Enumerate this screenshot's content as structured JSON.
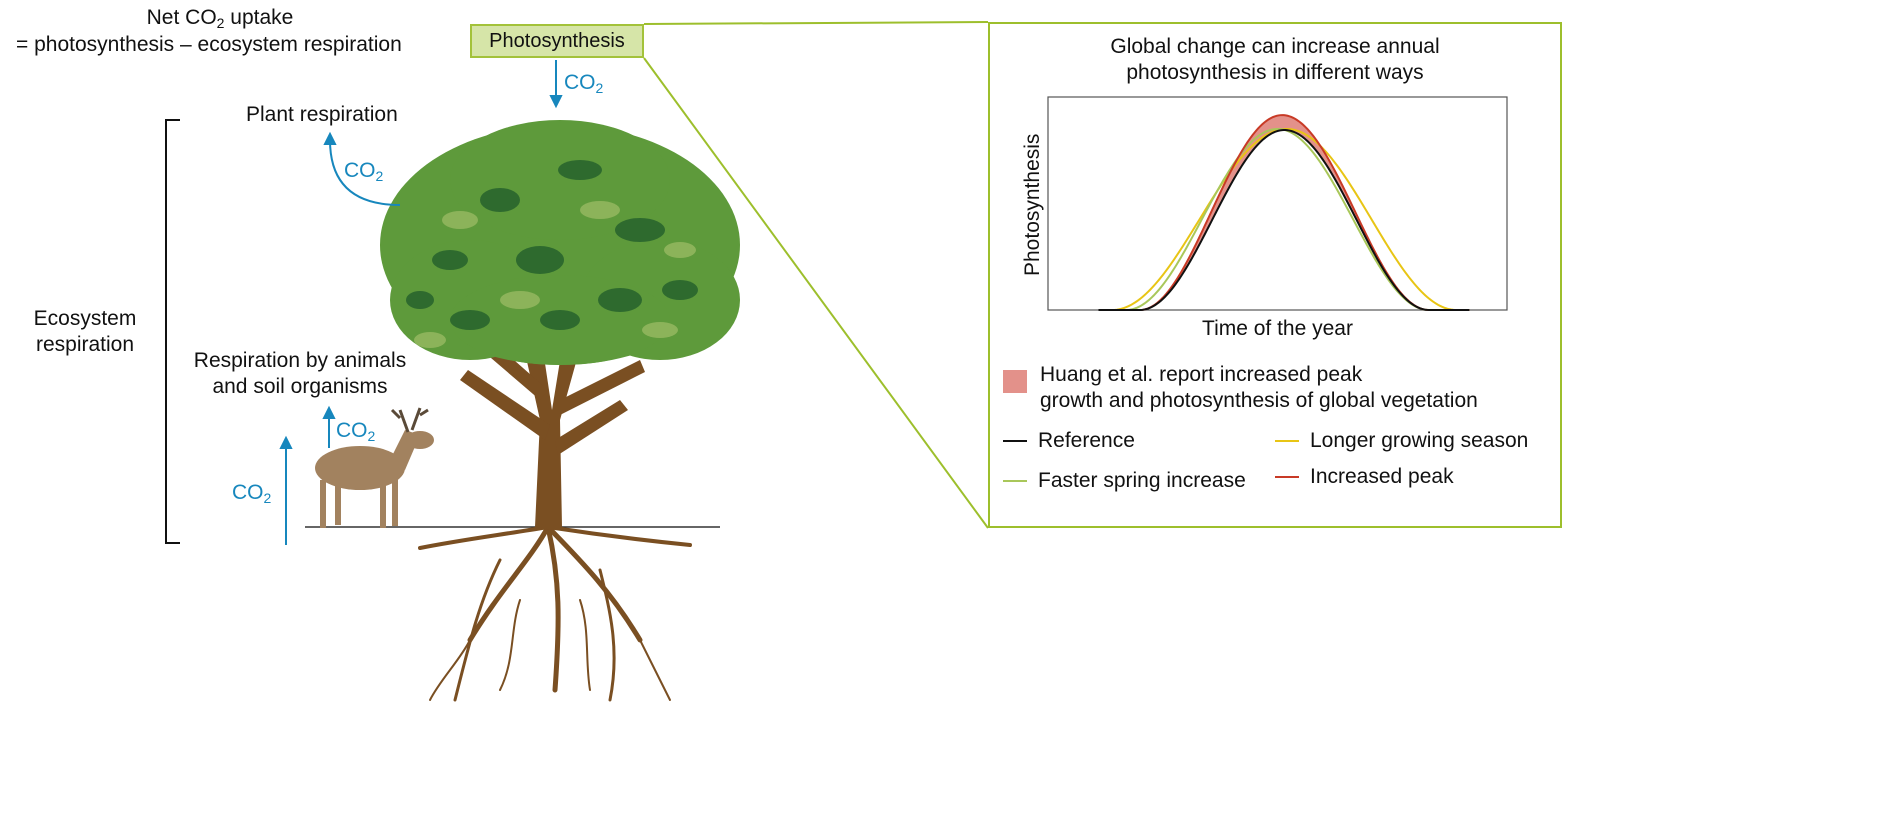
{
  "header": {
    "line1_prefix": "Net CO",
    "line1_sub": "2",
    "line1_suffix": " uptake",
    "line2": "= photosynthesis – ecosystem respiration"
  },
  "photosynthesis_label": "Photosynthesis",
  "co2": {
    "main": "CO",
    "sub": "2"
  },
  "plant_respiration": "Plant respiration",
  "ecosystem_respiration": [
    "Ecosystem",
    "respiration"
  ],
  "animal_respiration": [
    "Respiration by animals",
    "and soil organisms"
  ],
  "colors": {
    "co2": "#1787bd",
    "panel": "#9dbf2c",
    "leaf": "#5c9a3a",
    "trunk": "#7a4f22"
  },
  "chart_data": {
    "type": "line",
    "title": [
      "Global change can increase annual",
      "photosynthesis in different ways"
    ],
    "xlabel": "Time of the year",
    "ylabel": "Photosynthesis",
    "xlim": [
      0,
      1
    ],
    "ylim": [
      0,
      1
    ],
    "grid": false,
    "series": [
      {
        "name": "Reference",
        "color": "#111111",
        "onset": 0.2,
        "peak_time": 0.515,
        "end": 0.83,
        "peak": 0.845
      },
      {
        "name": "Faster spring increase",
        "color": "#a9c75a",
        "onset": 0.17,
        "peak_time": 0.5,
        "end": 0.83,
        "peak": 0.85
      },
      {
        "name": "Longer growing season",
        "color": "#e8c515",
        "onset": 0.14,
        "peak_time": 0.52,
        "end": 0.89,
        "peak": 0.85
      },
      {
        "name": "Increased peak",
        "color": "#c83a26",
        "onset": 0.2,
        "peak_time": 0.51,
        "end": 0.83,
        "peak": 0.915
      }
    ],
    "highlight": {
      "label": [
        "Huang et al. report increased peak",
        "growth and photosynthesis of global vegetation"
      ],
      "color": "#e3918a"
    }
  }
}
